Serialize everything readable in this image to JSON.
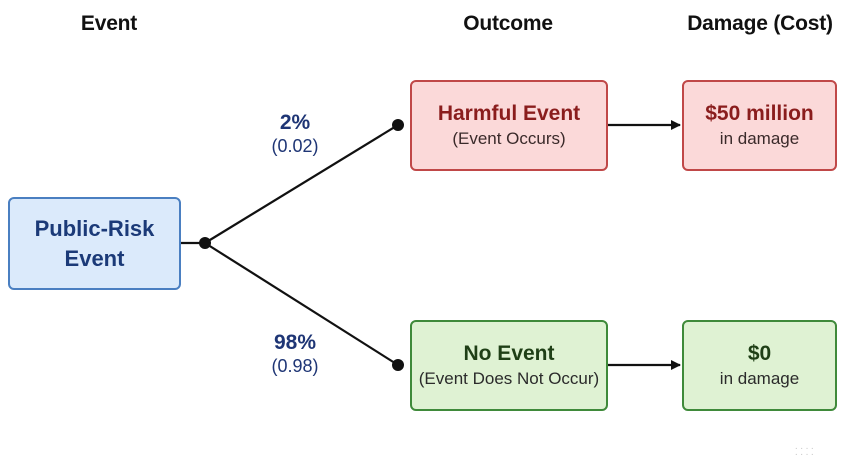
{
  "headers": {
    "event": "Event",
    "outcome": "Outcome",
    "damage": "Damage (Cost)"
  },
  "source": {
    "line1": "Public-Risk",
    "line2": "Event"
  },
  "branches": {
    "harmful": {
      "percent": "2%",
      "decimal": "(0.02)",
      "outcome_title": "Harmful Event",
      "outcome_sub": "(Event Occurs)",
      "cost_title": "$50 million",
      "cost_sub": "in damage"
    },
    "none": {
      "percent": "98%",
      "decimal": "(0.98)",
      "outcome_title": "No Event",
      "outcome_sub": "(Event Does Not Occur)",
      "cost_title": "$0",
      "cost_sub": "in damage"
    }
  },
  "colors": {
    "source_fill": "#dbeafb",
    "source_border": "#4a7fc1",
    "harm_fill": "#fbd9d9",
    "harm_border": "#c04848",
    "none_fill": "#dff2d3",
    "none_border": "#3f8a3a",
    "probability_text": "#1e3575"
  }
}
